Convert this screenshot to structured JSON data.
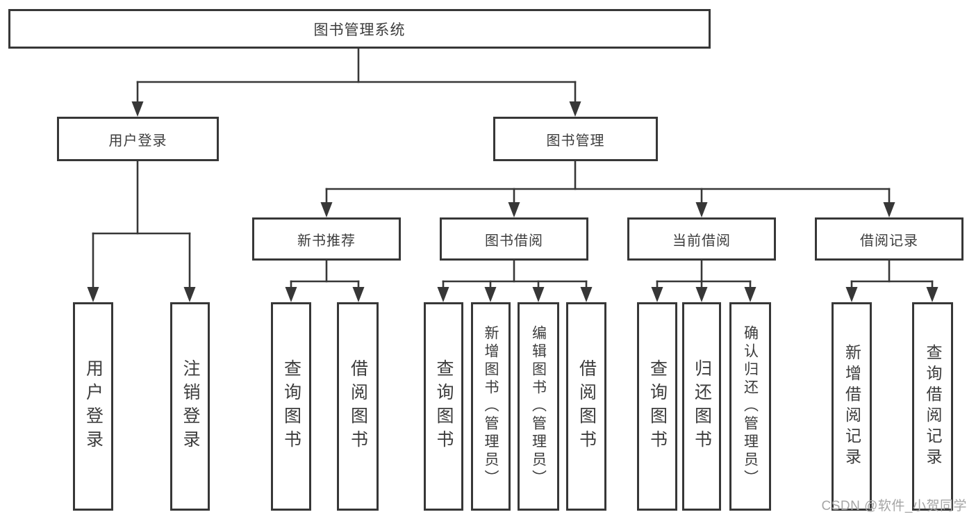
{
  "diagram": {
    "root": {
      "label": "图书管理系统"
    },
    "level2": [
      {
        "label": "用户登录"
      },
      {
        "label": "图书管理"
      }
    ],
    "level3": [
      {
        "label": "新书推荐"
      },
      {
        "label": "图书借阅"
      },
      {
        "label": "当前借阅"
      },
      {
        "label": "借阅记录"
      }
    ],
    "leaves": {
      "user_login": [
        {
          "label": "用户登录"
        },
        {
          "label": "注销登录"
        }
      ],
      "new_book": [
        {
          "label": "查询图书"
        },
        {
          "label": "借阅图书"
        }
      ],
      "book_borrow": [
        {
          "label": "查询图书"
        },
        {
          "label": "新增图书（管理员）"
        },
        {
          "label": "编辑图书（管理员）"
        },
        {
          "label": "借阅图书"
        }
      ],
      "current_borrow": [
        {
          "label": "查询图书"
        },
        {
          "label": "归还图书"
        },
        {
          "label": "确认归还（管理员）"
        }
      ],
      "borrow_record": [
        {
          "label": "新增借阅记录"
        },
        {
          "label": "查询借阅记录"
        }
      ]
    },
    "watermark": "CSDN @软件_小贺同学",
    "colors": {
      "line": "#373737",
      "text": "#3c3c3c",
      "watermark": "#a5a5a5",
      "background": "#ffffff"
    }
  }
}
